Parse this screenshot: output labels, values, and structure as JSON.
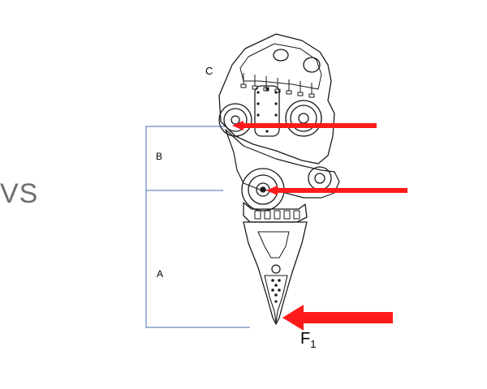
{
  "labels": {
    "vs": "VS",
    "c": "C",
    "b": "B",
    "a": "A",
    "force_main": "F",
    "force_sub": "1"
  },
  "colors": {
    "arrow": "#ff1a1a",
    "bracket": "#3f6fb0",
    "outline": "#1a1a1a",
    "background": "#ffffff",
    "vs_text": "#6e6e6e"
  },
  "elements": {
    "attachment": "demolition-ripper-tool",
    "arrows": [
      "force-arrow-f1",
      "pin-arrow-upper",
      "pin-arrow-middle"
    ],
    "brackets": [
      "dimension-bracket-b",
      "dimension-bracket-a"
    ]
  }
}
